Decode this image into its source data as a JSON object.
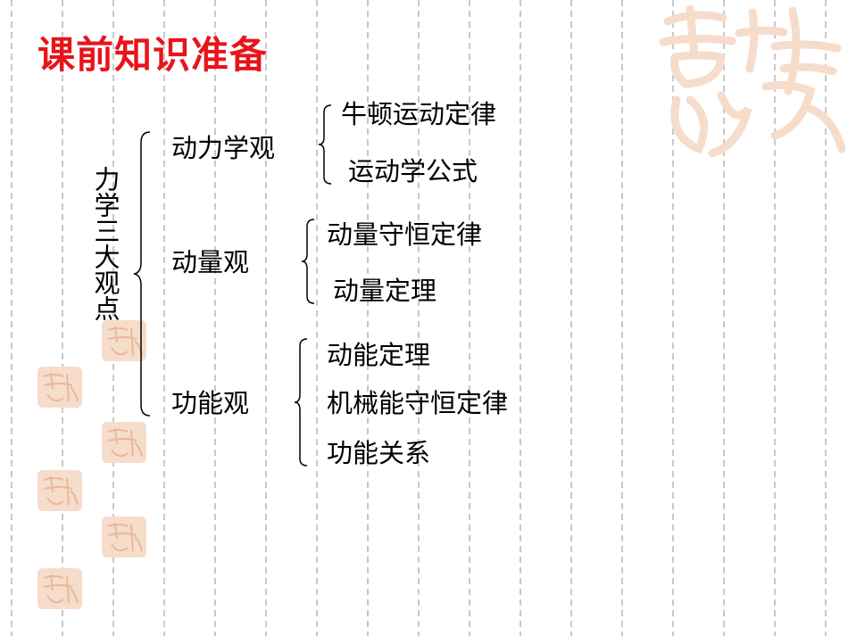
{
  "slide": {
    "title": "课前知识准备",
    "root_label": "力学三大观点",
    "branches": [
      {
        "label": "动力学观",
        "items": [
          "牛顿运动定律",
          "运动学公式"
        ]
      },
      {
        "label": "动量观",
        "items": [
          "动量守恒定律",
          "动量定理"
        ]
      },
      {
        "label": "功能观",
        "items": [
          "动能定理",
          "机械能守恒定律",
          "功能关系"
        ]
      }
    ]
  },
  "decoration": {
    "watermark_text": "吉祥如意",
    "seal_text": "吉祥如意",
    "seal_color": "#f3cfb8",
    "watermark_color": "#f6dccb",
    "title_color": "#e8141b"
  }
}
